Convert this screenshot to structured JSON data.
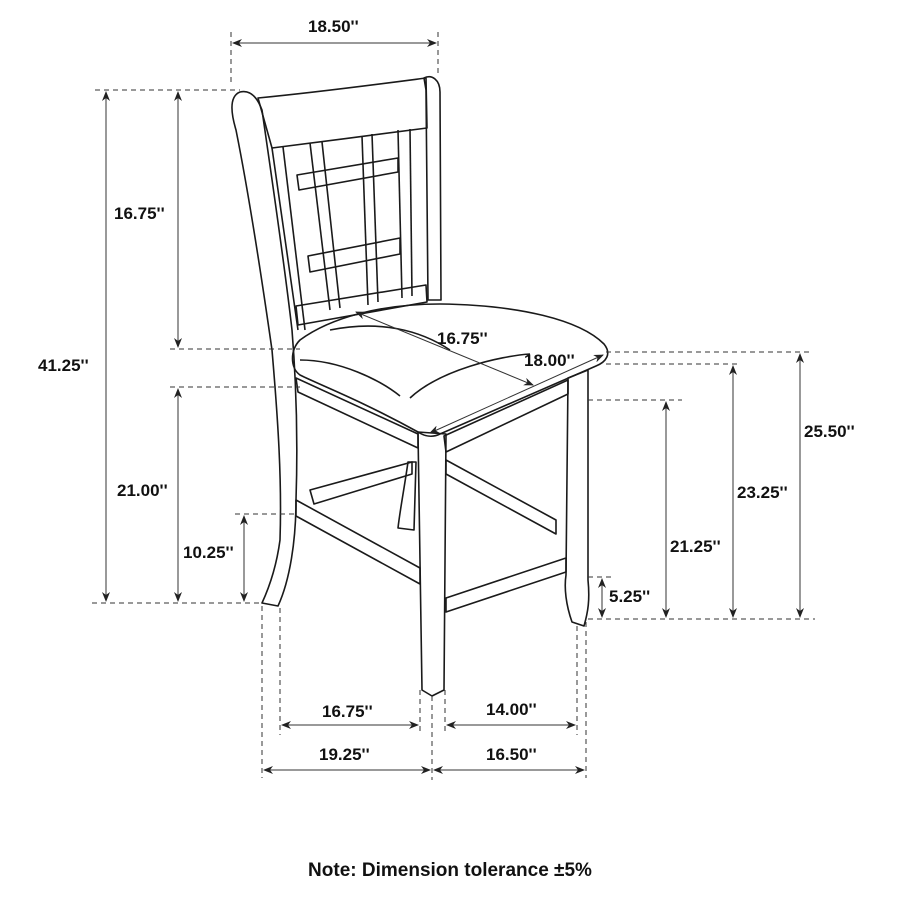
{
  "diagram": {
    "subject": "Counter-height dining chair with lattice back",
    "dimensions": {
      "back_width": "18.50''",
      "overall_height": "41.25''",
      "back_height": "16.75''",
      "seat_depth": "16.75''",
      "seat_width": "18.00''",
      "left_seat_height": "21.00''",
      "left_stretcher_height": "10.25''",
      "seat_height_top": "25.50''",
      "seat_height": "23.25''",
      "apron_height": "21.25''",
      "front_stretcher_height": "5.25''",
      "inner_depth": "16.75''",
      "inner_width": "14.00''",
      "overall_depth": "19.25''",
      "overall_width": "16.50''"
    },
    "note": "Note: Dimension tolerance ±5%"
  }
}
